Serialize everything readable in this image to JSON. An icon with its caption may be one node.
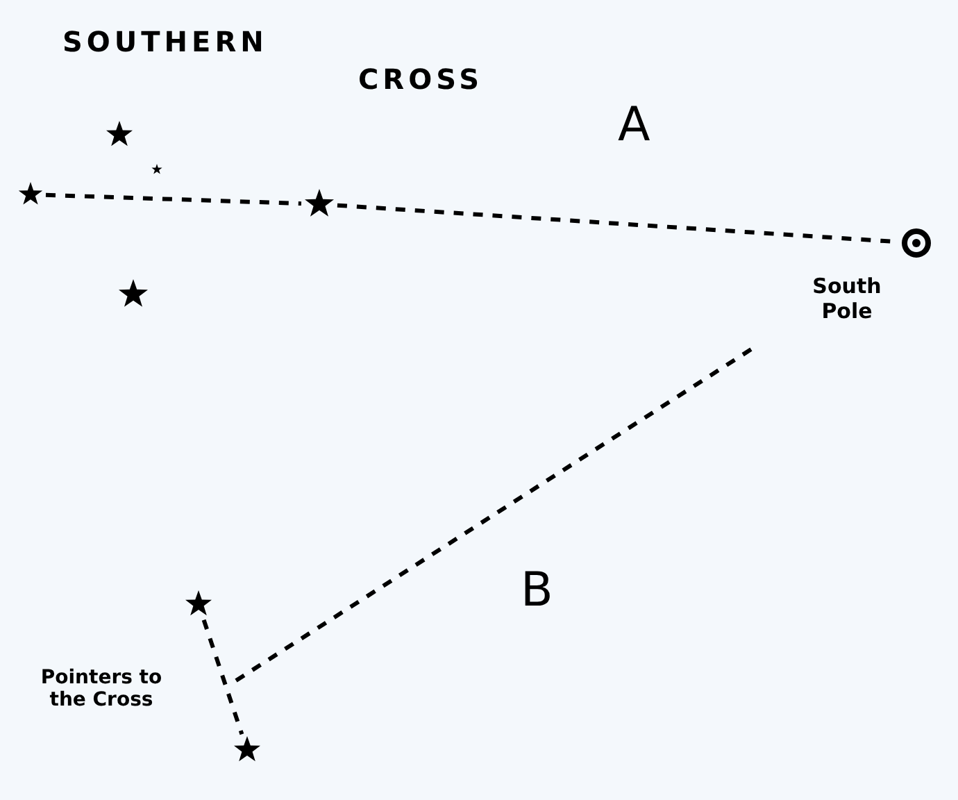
{
  "diagram": {
    "nodes": [
      {
        "text": [],
        "shape": "star"
      },
      {
        "text": [],
        "shape": "star"
      },
      {
        "text": [],
        "shape": "star"
      },
      {
        "text": [],
        "shape": "star"
      },
      {
        "text": [],
        "shape": "star"
      },
      {
        "text": [],
        "shape": "circle",
        "beside": [
          "South Pole"
        ]
      },
      {
        "text": [],
        "shape": "star"
      },
      {
        "text": [],
        "shape": "star"
      }
    ],
    "edges": [
      {
        "from": 0,
        "to": 3,
        "arrow": "none",
        "style": "dashed"
      },
      {
        "from": 3,
        "to": 5,
        "arrow": "none",
        "style": "dashed"
      },
      {
        "from": null,
        "to": 5,
        "arrow": "none",
        "style": "dashed"
      },
      {
        "from": 6,
        "to": 7,
        "arrow": "none",
        "style": "dashed"
      }
    ],
    "labels": [
      "SOUTHERN",
      "CROSS",
      "A",
      "B",
      "Pointers to the Cross"
    ]
  }
}
